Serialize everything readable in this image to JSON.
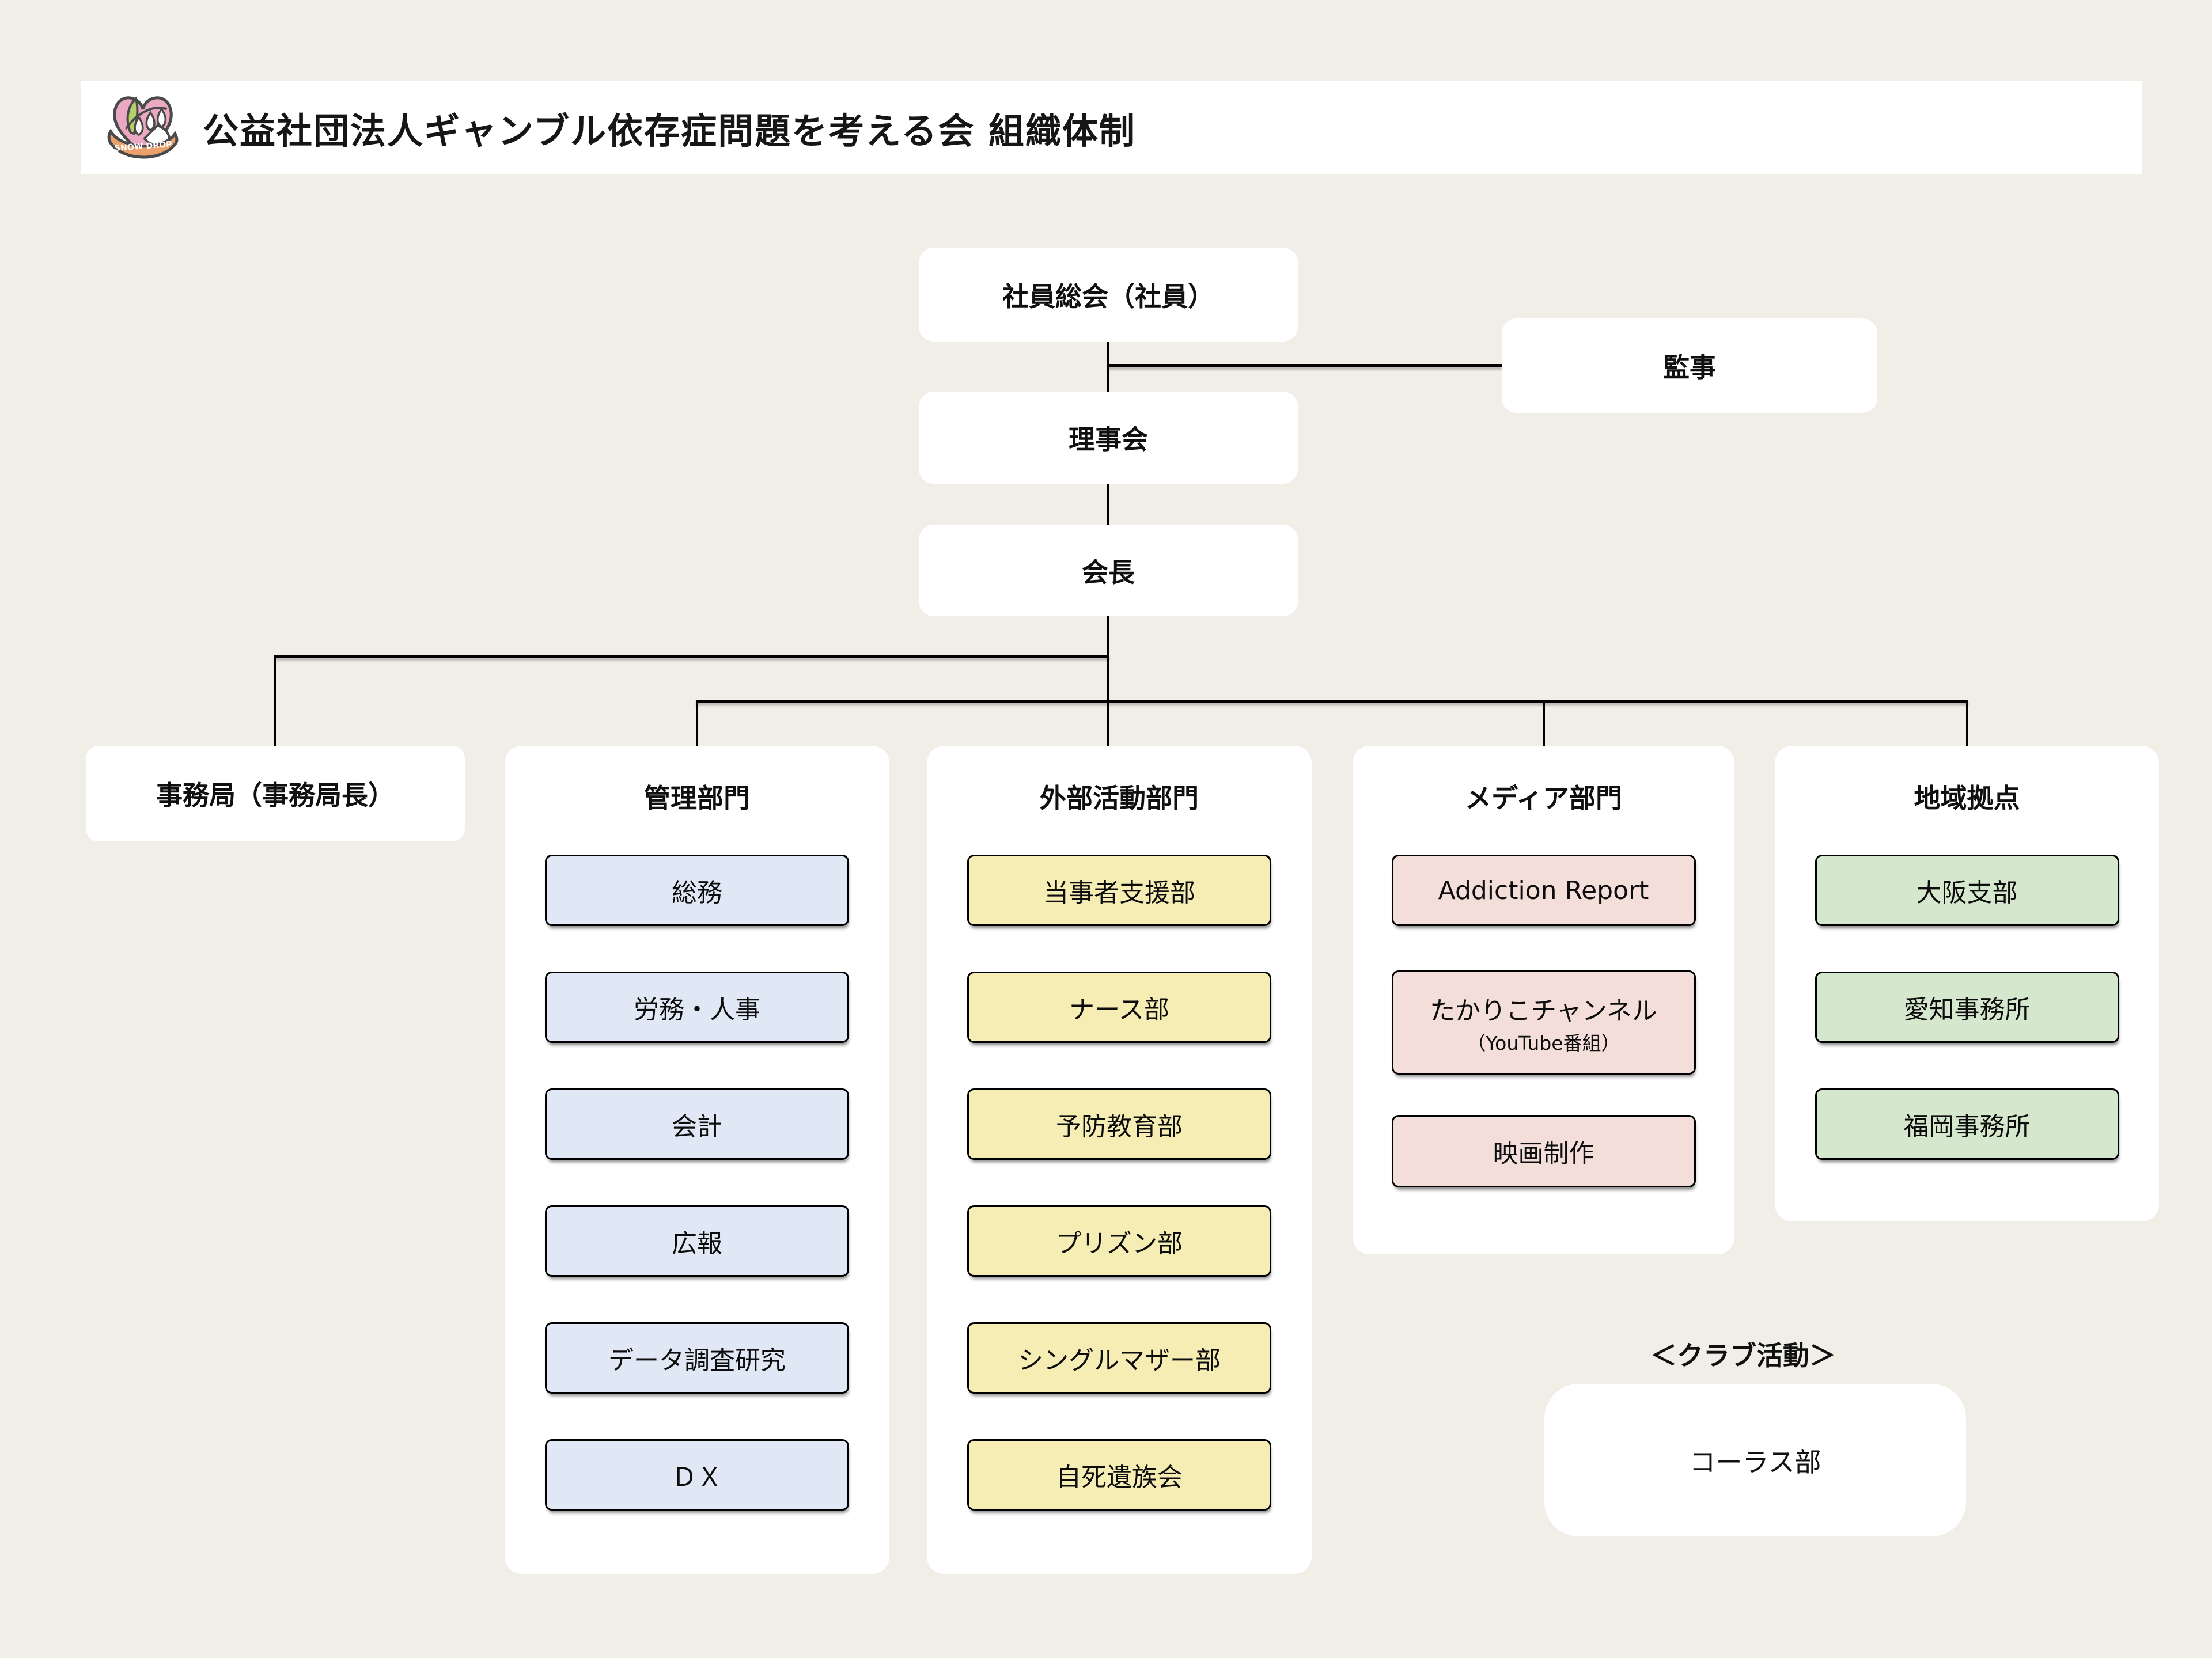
{
  "header": {
    "title": "公益社団法人ギャンブル依存症問題を考える会 組織体制",
    "logo_text": "SNOW DROP"
  },
  "colors": {
    "background": "#f1eee8",
    "box_white": "#ffffff",
    "item_blue": "#dfe8f4",
    "item_yellow": "#f5edb4",
    "item_pink": "#f4ded9",
    "item_green": "#d5e7cd",
    "line_black": "#000000",
    "logo_pink": "#eba8c3",
    "logo_green": "#b5cf6b",
    "logo_orange": "#e9a06b"
  },
  "nodes": {
    "general_meeting": "社員総会（社員）",
    "auditor": "監事",
    "board": "理事会",
    "chair": "会長"
  },
  "branches": [
    {
      "label": "事務局（事務局長）",
      "items": []
    },
    {
      "label": "管理部門",
      "items": [
        "総務",
        "労務・人事",
        "会計",
        "広報",
        "データ調査研究",
        "ＤＸ"
      ]
    },
    {
      "label": "外部活動部門",
      "items": [
        "当事者支援部",
        "ナース部",
        "予防教育部",
        "プリズン部",
        "シングルマザー部",
        "自死遺族会"
      ]
    },
    {
      "label": "メディア部門",
      "items": [
        "Addiction Report",
        "たかりこチャンネル",
        "映画制作"
      ],
      "youtube_note": "（YouTube番組）"
    },
    {
      "label": "地域拠点",
      "items": [
        "大阪支部",
        "愛知事務所",
        "福岡事務所"
      ]
    }
  ],
  "club": {
    "heading": "＜クラブ活動＞",
    "item": "コーラス部"
  }
}
